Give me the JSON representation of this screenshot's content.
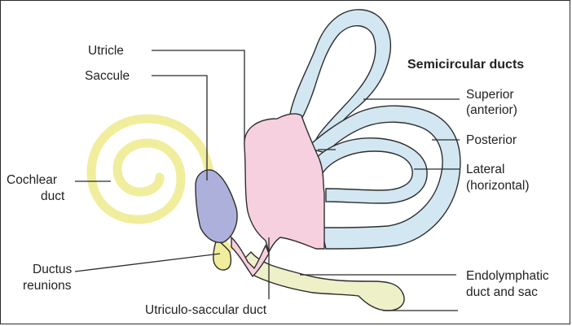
{
  "labels": {
    "utricle": "Utricle",
    "saccule": "Saccule",
    "cochlear_duct_1": "Cochlear",
    "cochlear_duct_2": "duct",
    "ductus_reunions_1": "Ductus",
    "ductus_reunions_2": "reunions",
    "utriculo_saccular_duct": "Utriculo-saccular duct",
    "semicircular_ducts": "Semicircular ducts",
    "superior_1": "Superior",
    "superior_2": "(anterior)",
    "posterior": "Posterior",
    "lateral_1": "Lateral",
    "lateral_2": "(horizontal)",
    "endolymphatic_1": "Endolymphatic",
    "endolymphatic_2": "duct and sac"
  },
  "colors": {
    "cochlear_yellow": "#f0ee9c",
    "saccule_purple": "#aeb0dc",
    "utricle_pink": "#f7d0df",
    "semicircular_blue": "#d2e7f2",
    "endolymphatic_cream": "#eef0c8",
    "outline": "#2e2e2e"
  }
}
